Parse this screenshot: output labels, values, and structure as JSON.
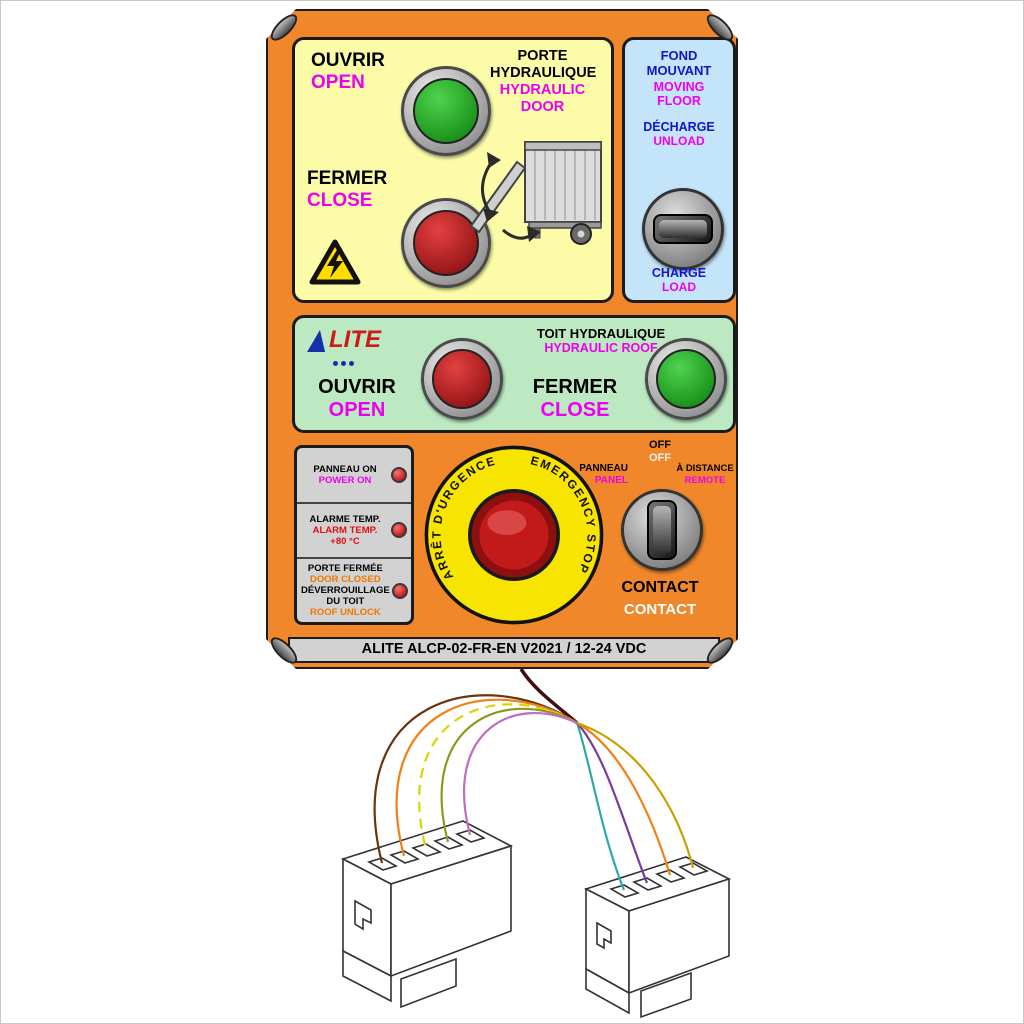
{
  "panel": {
    "door": {
      "open_fr": "OUVRIR",
      "open_en": "OPEN",
      "close_fr": "FERMER",
      "close_en": "CLOSE",
      "title_fr": "PORTE HYDRAULIQUE",
      "title_en": "HYDRAULIC DOOR"
    },
    "floor": {
      "title_fr": "FOND MOUVANT",
      "title_en": "MOVING FLOOR",
      "unload_fr": "DÉCHARGE",
      "unload_en": "UNLOAD",
      "load_fr": "CHARGE",
      "load_en": "LOAD"
    },
    "roof": {
      "logo_text": "LITE",
      "title_fr": "TOIT HYDRAULIQUE",
      "title_en": "HYDRAULIC ROOF",
      "open_fr": "OUVRIR",
      "open_en": "OPEN",
      "close_fr": "FERMER",
      "close_en": "CLOSE"
    },
    "status": {
      "power_fr": "PANNEAU ON",
      "power_en": "POWER ON",
      "alarm_fr": "ALARME TEMP.",
      "alarm_en": "ALARM TEMP.",
      "alarm_temp": "+80 °C",
      "door_fr": "PORTE FERMÉE",
      "door_en": "DOOR CLOSED",
      "unlock_fr": "DÉVERROUILLAGE DU TOIT",
      "unlock_en": "ROOF UNLOCK"
    },
    "estop": {
      "fr": "ARRÊT D'URGENCE",
      "en": "EMERGENCY STOP"
    },
    "mode": {
      "panel_fr": "PANNEAU",
      "panel_en": "PANEL",
      "off_fr": "OFF",
      "off_en": "OFF",
      "remote_fr": "À DISTANCE",
      "remote_en": "REMOTE",
      "contact_fr": "CONTACT",
      "contact_en": "CONTACT"
    },
    "footer": "ALITE ALCP-02-FR-EN V2021 / 12-24 VDC"
  },
  "colors": {
    "panel_orange": "#F0882B",
    "section_yellow": "#FBFBA8",
    "section_blue": "#C3E4F9",
    "section_green": "#BDE9C2",
    "magenta": "#EE00EE",
    "dark_blue": "#1414CC",
    "estop_yellow": "#F7E400",
    "button_green": "#1E9E1E",
    "button_red": "#B01414"
  },
  "wiring": {
    "cable": {
      "color": "#401010"
    },
    "wires": [
      {
        "name": "brown",
        "color": "#6B3410",
        "dashed": false
      },
      {
        "name": "orange",
        "color": "#F08018",
        "dashed": false
      },
      {
        "name": "yellow",
        "color": "#DCD200",
        "dashed": true
      },
      {
        "name": "olive-green",
        "color": "#8A9A20",
        "dashed": false
      },
      {
        "name": "violet",
        "color": "#C06CC0",
        "dashed": false
      },
      {
        "name": "teal",
        "color": "#30A8A8",
        "dashed": false
      },
      {
        "name": "purple",
        "color": "#7A3C9A",
        "dashed": false
      },
      {
        "name": "orange-2",
        "color": "#F08018",
        "dashed": false
      },
      {
        "name": "mustard",
        "color": "#C8A000",
        "dashed": false
      }
    ]
  }
}
